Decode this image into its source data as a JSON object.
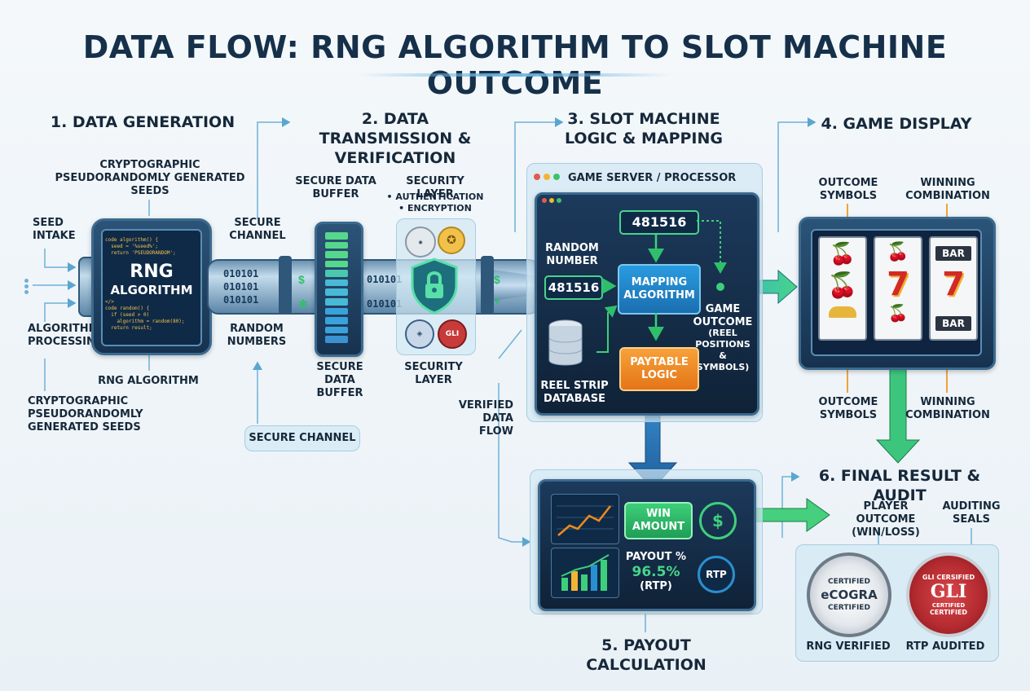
{
  "title": "DATA FLOW: RNG ALGORITHM TO SLOT MACHINE OUTCOME",
  "steps": {
    "s1": "1. DATA GENERATION",
    "s2": "2. DATA TRANSMISSION & VERIFICATION",
    "s3": "3. SLOT MACHINE LOGIC & MAPPING",
    "s4": "4. GAME DISPLAY",
    "s5": "5. PAYOUT CALCULATION",
    "s6": "6. FINAL RESULT & AUDIT"
  },
  "gen": {
    "crypto_top": "CRYPTOGRAPHIC PSEUDORANDOMLY GENERATED SEEDS",
    "seed_intake": "SEED INTAKE",
    "algorithm_processing": "ALGORITHM PROCESSING",
    "rng_algorithm_label": "RNG ALGORITHM",
    "crypto_bottom": "CRYPTOGRAPHIC PSEUDORANDOMLY GENERATED SEEDS",
    "rng_title": "RNG",
    "rng_sub": "ALGORITHM",
    "code_top": "code algorithm() {\n  seed = '%seed%';\n  return 'PSEUDORANDOM';",
    "code_bottom": "</>\ncode random() {\n  if (seed > 0)\n    algorithm = random(80);\n  return result;"
  },
  "trans": {
    "secure_channel": "SECURE CHANNEL",
    "random_numbers": "RANDOM NUMBERS",
    "buffer_top": "SECURE DATA BUFFER",
    "buffer_bottom": "SECURE DATA BUFFER",
    "security_layer_title": "SECURITY LAYER",
    "auth": "• AUTHENTICATION",
    "encryption": "• ENCRYPTION",
    "security_layer_bottom": "SECURITY LAYER",
    "secure_channel_box": "SECURE CHANNEL",
    "verified_flow": "VERIFIED DATA FLOW",
    "binary": "010101",
    "dollar": "$",
    "plus": "+"
  },
  "logic": {
    "window_title": "GAME SERVER / PROCESSOR",
    "number_top": "481516",
    "random_number_label": "RANDOM NUMBER",
    "number_input": "481516",
    "mapping": "MAPPING ALGORITHM",
    "game_outcome": "GAME OUTCOME",
    "game_outcome_sub": "(REEL POSITIONS & SYMBOLS)",
    "paytable": "PAYTABLE LOGIC",
    "reel_db": "REEL STRIP DATABASE"
  },
  "display": {
    "outcome_symbols_top": "OUTCOME SYMBOLS",
    "winning_top": "WINNING COMBINATION",
    "outcome_symbols_bottom": "OUTCOME SYMBOLS",
    "winning_bottom": "WINNING COMBINATION",
    "seven": "7",
    "bar": "BAR"
  },
  "payout": {
    "win_amount": "WIN AMOUNT",
    "payout_label": "PAYOUT %",
    "payout_value": "96.5%",
    "rtp_paren": "(RTP)",
    "rtp_badge": "RTP",
    "currency": "$"
  },
  "audit": {
    "player_outcome": "PLAYER OUTCOME (WIN/LOSS)",
    "auditing_seals": "AUDITING SEALS",
    "ecogra_top": "CERTIFIED",
    "ecogra_mid": "eCOGRA",
    "ecogra_bottom": "CERTIFIED",
    "gli_top": "GLI CERSIFIED",
    "gli_mid": "GLI",
    "gli_sub": "CERTIFIED",
    "gli_bottom": "CERTIFIED",
    "rng_verified": "RNG VERIFIED",
    "rtp_audited": "RTP AUDITED"
  },
  "colors": {
    "navy": "#16304a",
    "panel": "#1c3a5c",
    "accent_green": "#3ecf7a",
    "accent_blue": "#2a8fd0",
    "orange": "#f08a1c",
    "red": "#b8262b"
  }
}
